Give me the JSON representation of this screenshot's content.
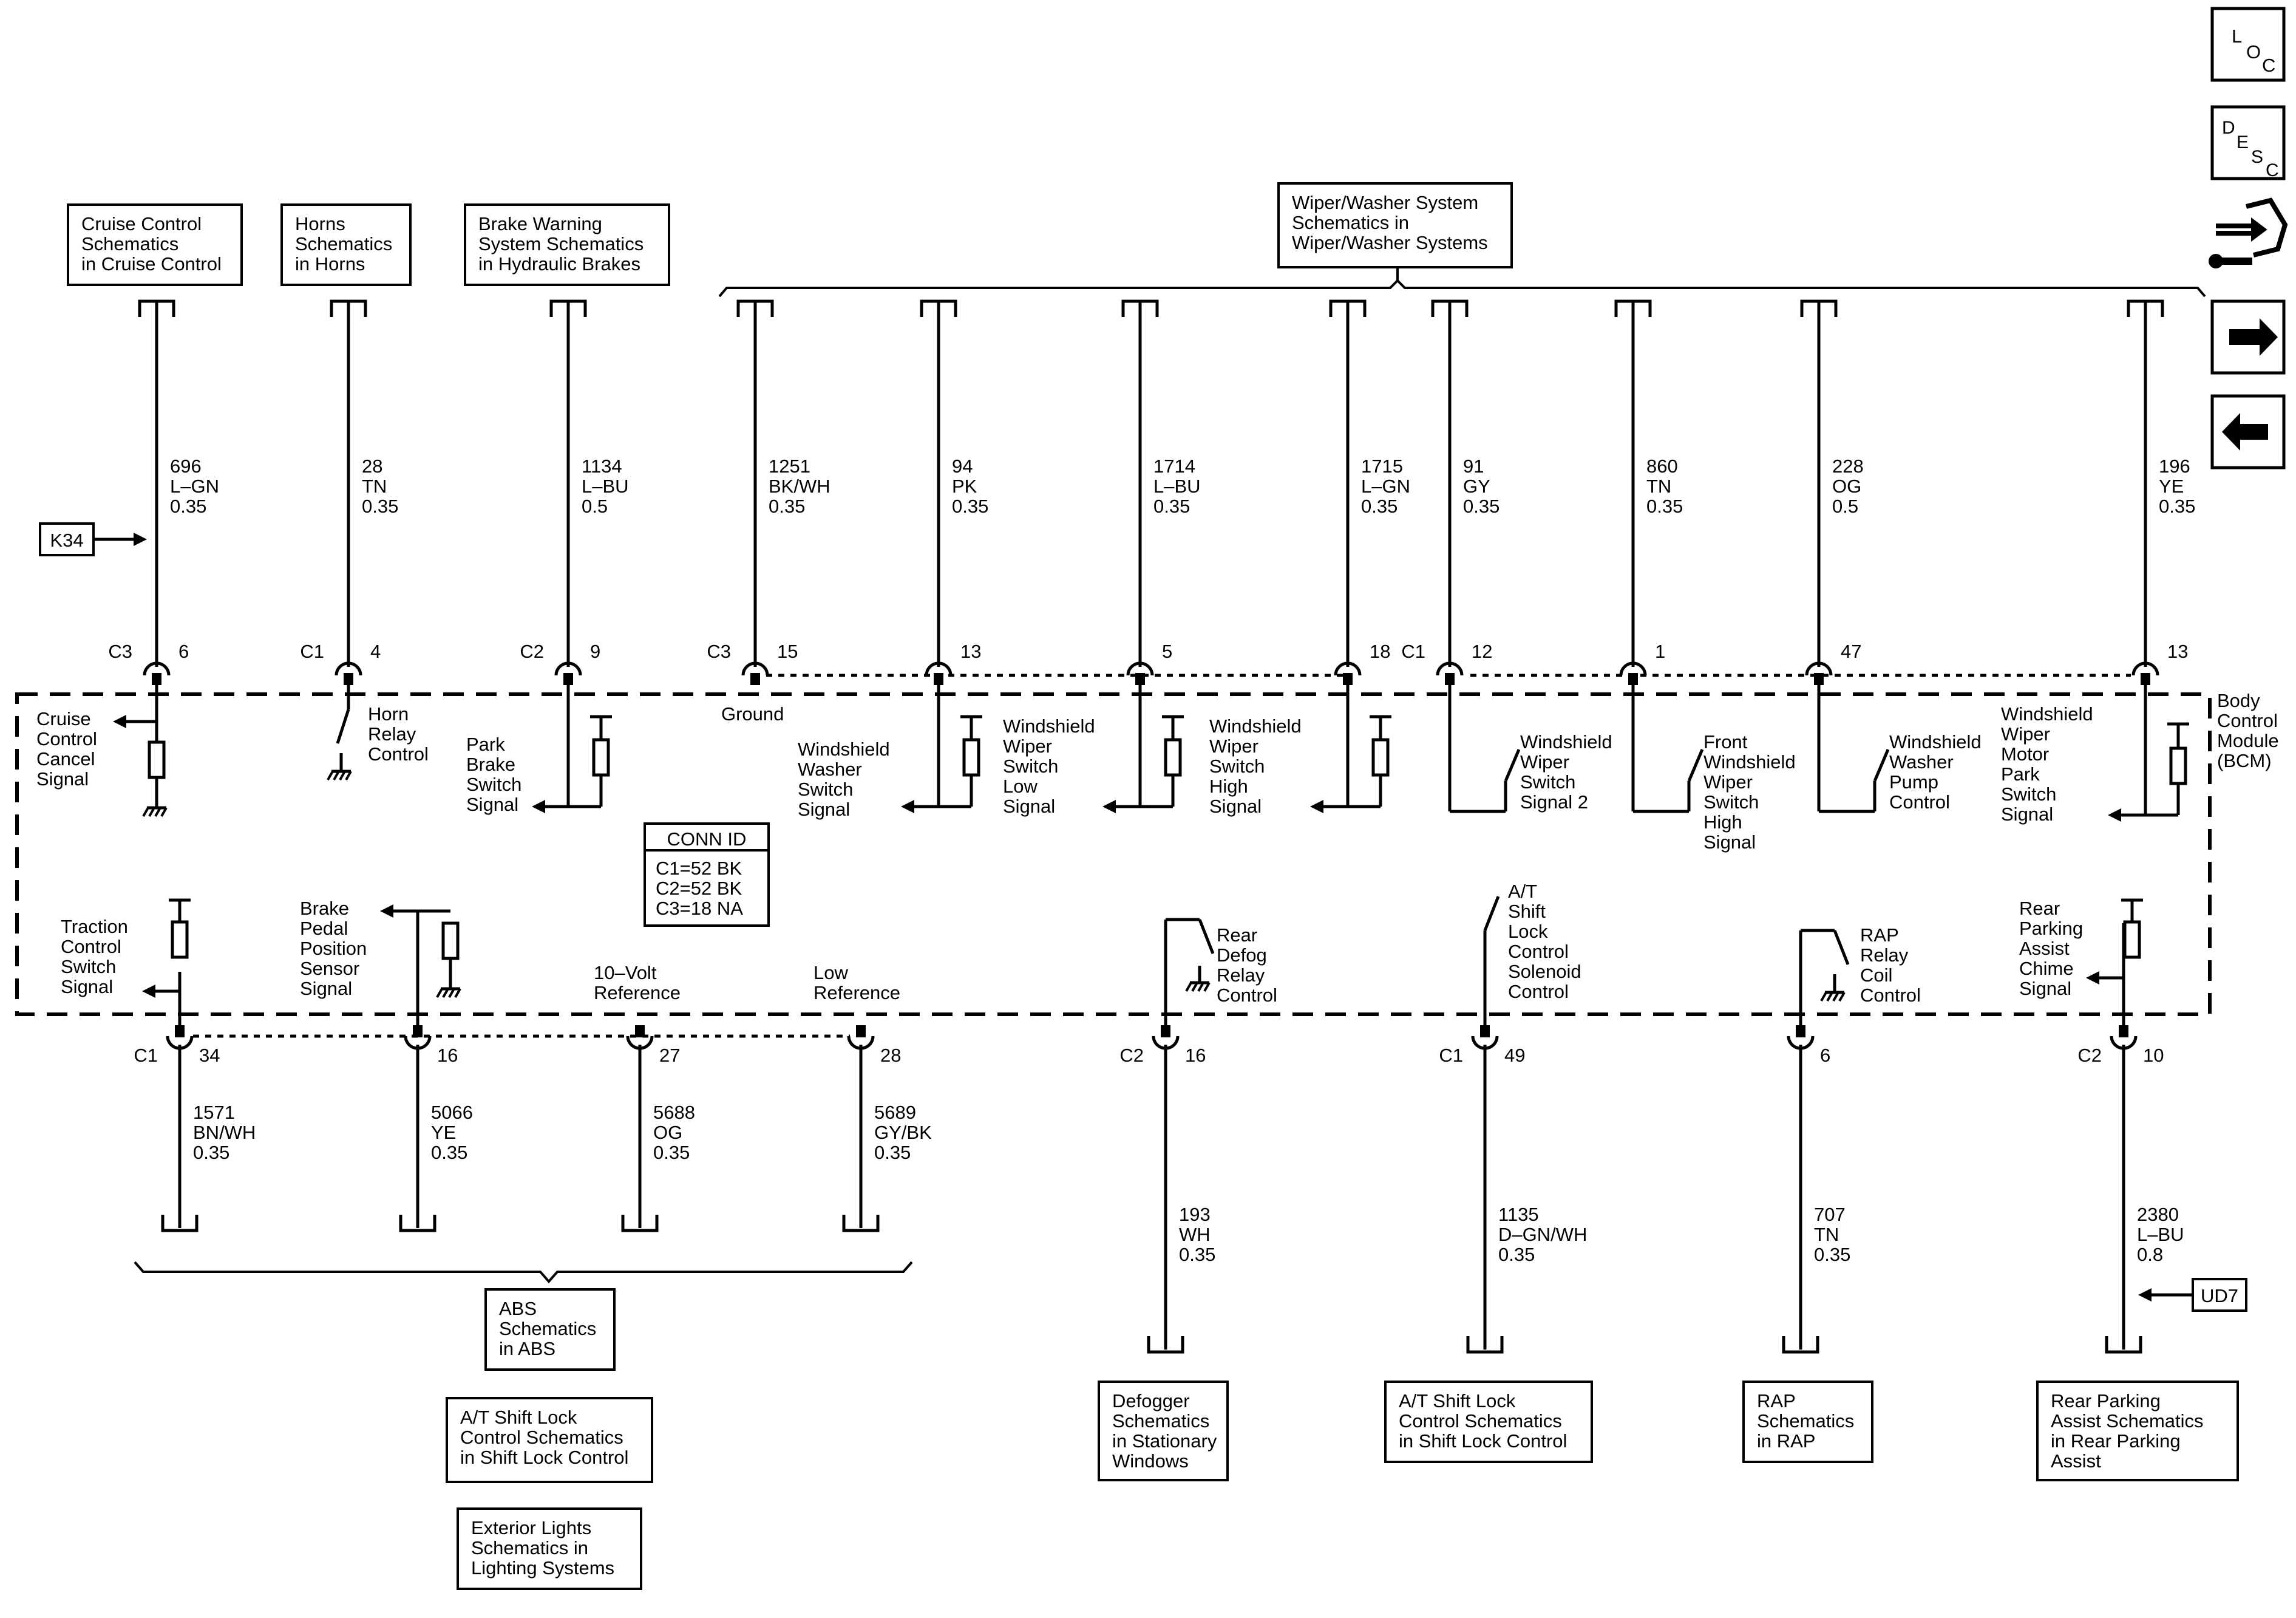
{
  "ref_boxes": [
    {
      "id": "cruise",
      "lines": [
        "Cruise Control",
        "Schematics",
        "in Cruise Control"
      ]
    },
    {
      "id": "horns",
      "lines": [
        "Horns",
        "Schematics",
        "in Horns"
      ]
    },
    {
      "id": "brake",
      "lines": [
        "Brake Warning",
        "System Schematics",
        "in Hydraulic Brakes"
      ]
    },
    {
      "id": "wiper",
      "lines": [
        "Wiper/Washer System",
        "Schematics in",
        "Wiper/Washer Systems"
      ]
    },
    {
      "id": "abs",
      "lines": [
        "ABS",
        "Schematics",
        "in ABS"
      ]
    },
    {
      "id": "shiftlock1",
      "lines": [
        "A/T Shift Lock",
        "Control Schematics",
        "in Shift Lock Control"
      ]
    },
    {
      "id": "extlights",
      "lines": [
        "Exterior Lights",
        "Schematics in",
        "Lighting Systems"
      ]
    },
    {
      "id": "defogger",
      "lines": [
        "Defogger",
        "Schematics",
        "in Stationary",
        "Windows"
      ]
    },
    {
      "id": "shiftlock2",
      "lines": [
        "A/T Shift Lock",
        "Control Schematics",
        "in Shift Lock Control"
      ]
    },
    {
      "id": "rap",
      "lines": [
        "RAP",
        "Schematics",
        "in RAP"
      ]
    },
    {
      "id": "rpa",
      "lines": [
        "Rear Parking",
        "Assist Schematics",
        "in Rear Parking",
        "Assist"
      ]
    }
  ],
  "wires_top": [
    {
      "lines": [
        "696",
        "L–GN",
        "0.35"
      ]
    },
    {
      "lines": [
        "28",
        "TN",
        "0.35"
      ]
    },
    {
      "lines": [
        "1134",
        "L–BU",
        "0.5"
      ]
    },
    {
      "lines": [
        "1251",
        "BK/WH",
        "0.35"
      ]
    },
    {
      "lines": [
        "94",
        "PK",
        "0.35"
      ]
    },
    {
      "lines": [
        "1714",
        "L–BU",
        "0.35"
      ]
    },
    {
      "lines": [
        "1715",
        "L–GN",
        "0.35"
      ]
    },
    {
      "lines": [
        "91",
        "GY",
        "0.35"
      ]
    },
    {
      "lines": [
        "860",
        "TN",
        "0.35"
      ]
    },
    {
      "lines": [
        "228",
        "OG",
        "0.5"
      ]
    },
    {
      "lines": [
        "196",
        "YE",
        "0.35"
      ]
    }
  ],
  "wires_bottom": [
    {
      "lines": [
        "1571",
        "BN/WH",
        "0.35"
      ]
    },
    {
      "lines": [
        "5066",
        "YE",
        "0.35"
      ]
    },
    {
      "lines": [
        "5688",
        "OG",
        "0.35"
      ]
    },
    {
      "lines": [
        "5689",
        "GY/BK",
        "0.35"
      ]
    },
    {
      "lines": [
        "193",
        "WH",
        "0.35"
      ]
    },
    {
      "lines": [
        "1135",
        "D–GN/WH",
        "0.35"
      ]
    },
    {
      "lines": [
        "707",
        "TN",
        "0.35"
      ]
    },
    {
      "lines": [
        "2380",
        "L–BU",
        "0.8"
      ]
    }
  ],
  "pins_top": [
    {
      "conn": "C3",
      "pin": "6"
    },
    {
      "conn": "C1",
      "pin": "4"
    },
    {
      "conn": "C2",
      "pin": "9"
    },
    {
      "conn": "C3",
      "pin": "15"
    },
    {
      "conn": "",
      "pin": "13"
    },
    {
      "conn": "",
      "pin": "5"
    },
    {
      "conn": "",
      "pin": "18"
    },
    {
      "conn": "C1",
      "pin": "12"
    },
    {
      "conn": "",
      "pin": "1"
    },
    {
      "conn": "",
      "pin": "47"
    },
    {
      "conn": "",
      "pin": "13"
    }
  ],
  "pins_bottom": [
    {
      "conn": "C1",
      "pin": "34"
    },
    {
      "conn": "",
      "pin": "16"
    },
    {
      "conn": "",
      "pin": "27"
    },
    {
      "conn": "",
      "pin": "28"
    },
    {
      "conn": "C2",
      "pin": "16"
    },
    {
      "conn": "C1",
      "pin": "49"
    },
    {
      "conn": "",
      "pin": "6"
    },
    {
      "conn": "C2",
      "pin": "10"
    }
  ],
  "signals_top": [
    {
      "lines": [
        "Cruise",
        "Control",
        "Cancel",
        "Signal"
      ]
    },
    {
      "lines": [
        "Horn",
        "Relay",
        "Control"
      ]
    },
    {
      "lines": [
        "Park",
        "Brake",
        "Switch",
        "Signal"
      ]
    },
    {
      "lines": [
        "Ground"
      ]
    },
    {
      "lines": [
        "Windshield",
        "Washer",
        "Switch",
        "Signal"
      ]
    },
    {
      "lines": [
        "Windshield",
        "Wiper",
        "Switch",
        "Low",
        "Signal"
      ]
    },
    {
      "lines": [
        "Windshield",
        "Wiper",
        "Switch",
        "High",
        "Signal"
      ]
    },
    {
      "lines": [
        "Windshield",
        "Wiper",
        "Switch",
        "Signal 2"
      ]
    },
    {
      "lines": [
        "Front",
        "Windshield",
        "Wiper",
        "Switch",
        "High",
        "Signal"
      ]
    },
    {
      "lines": [
        "Windshield",
        "Washer",
        "Pump",
        "Control"
      ]
    },
    {
      "lines": [
        "Windshield",
        "Wiper",
        "Motor",
        "Park",
        "Switch",
        "Signal"
      ]
    }
  ],
  "signals_bottom": [
    {
      "lines": [
        "Traction",
        "Control",
        "Switch",
        "Signal"
      ]
    },
    {
      "lines": [
        "Brake",
        "Pedal",
        "Position",
        "Sensor",
        "Signal"
      ]
    },
    {
      "lines": [
        "10–Volt",
        "Reference"
      ]
    },
    {
      "lines": [
        "Low",
        "Reference"
      ]
    },
    {
      "lines": [
        "Rear",
        "Defog",
        "Relay",
        "Control"
      ]
    },
    {
      "lines": [
        "A/T",
        "Shift",
        "Lock",
        "Control",
        "Solenoid",
        "Control"
      ]
    },
    {
      "lines": [
        "RAP",
        "Relay",
        "Coil",
        "Control"
      ]
    },
    {
      "lines": [
        "Rear",
        "Parking",
        "Assist",
        "Chime",
        "Signal"
      ]
    }
  ],
  "module_label": [
    "Body",
    "Control",
    "Module",
    "(BCM)"
  ],
  "conn_id": {
    "title": "CONN ID",
    "lines": [
      "C1=52 BK",
      "C2=52 BK",
      "C3=18 NA"
    ]
  },
  "tags": {
    "k34": "K34",
    "ud7": "UD7"
  },
  "nav": {
    "loc": [
      "L",
      "O",
      "C"
    ],
    "desc": [
      "D",
      "E",
      "S",
      "C"
    ],
    "icons": [
      "connector-wrench-icon",
      "arrow-right-icon",
      "arrow-left-icon"
    ]
  }
}
